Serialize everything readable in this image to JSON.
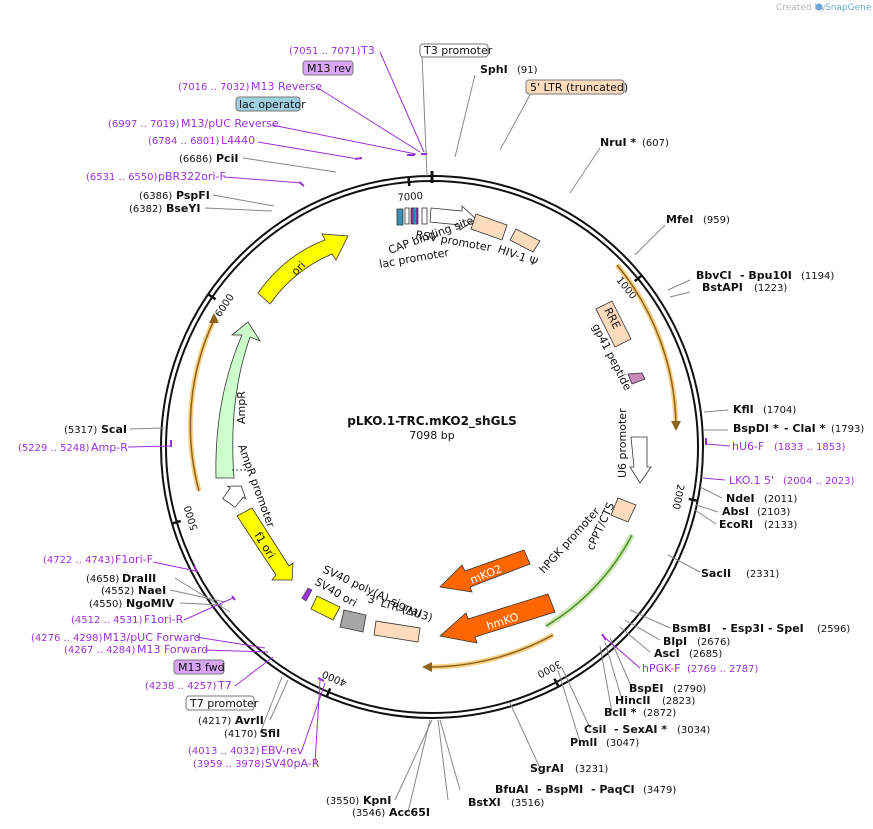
{
  "watermark": {
    "prefix": "Created by",
    "brand": "SnapGene"
  },
  "plasmid": {
    "name": "pLKO.1-TRC.mKO2_shGLS",
    "length_label": "7098 bp",
    "length": 7098
  },
  "ticks": [
    {
      "pos": 1000,
      "label": "1000"
    },
    {
      "pos": 2000,
      "label": "2000"
    },
    {
      "pos": 3000,
      "label": "3000"
    },
    {
      "pos": 4000,
      "label": "4000"
    },
    {
      "pos": 5000,
      "label": "5000"
    },
    {
      "pos": 6000,
      "label": "6000"
    },
    {
      "pos": 7000,
      "label": "7000"
    }
  ],
  "features": [
    {
      "name": "5' LTR (truncated)",
      "color": "#fcdcbd"
    },
    {
      "name": "HIV-1 Ψ",
      "color": "#fcdcbd"
    },
    {
      "name": "RRE",
      "color": "#fcdcbd"
    },
    {
      "name": "gp41 peptide",
      "color": "#c98bb8"
    },
    {
      "name": "U6 promoter",
      "color": "#ffffff"
    },
    {
      "name": "cPPT/CTS",
      "color": "#fcdcbd"
    },
    {
      "name": "hPGK promoter",
      "color": "#ffffff"
    },
    {
      "name": "mKO2",
      "color": "#ff6600"
    },
    {
      "name": "hmKO",
      "color": "#ff6600"
    },
    {
      "name": "3' LTR (ΔU3)",
      "color": "#fcdcbd"
    },
    {
      "name": "SV40 poly(A) signal",
      "color": "#a6a6a6"
    },
    {
      "name": "SV40 ori",
      "color": "#ffff00"
    },
    {
      "name": "f1 ori",
      "color": "#ffff00"
    },
    {
      "name": "AmpR promoter",
      "color": "#ffffff"
    },
    {
      "name": "AmpR",
      "color": "#ccffcc"
    },
    {
      "name": "ori",
      "color": "#ffff00"
    },
    {
      "name": "CAP binding site",
      "color": "#3c8fb3"
    },
    {
      "name": "lac promoter",
      "color": "#ffffff"
    },
    {
      "name": "RSV promoter",
      "color": "#ffffff"
    }
  ],
  "boxed_labels": [
    {
      "name": "T3 promoter",
      "color": "#ffffff"
    },
    {
      "name": "M13 rev",
      "color": "#d9a6f5"
    },
    {
      "name": "lac operator",
      "color": "#9ed0e0"
    },
    {
      "name": "5' LTR (truncated)",
      "color": "#fcdcbd"
    },
    {
      "name": "M13 fwd",
      "color": "#d9a6f5"
    },
    {
      "name": "T7 promoter",
      "color": "#ffffff"
    }
  ],
  "right_sites": [
    {
      "name": "SphI",
      "pos": "(91)"
    },
    {
      "name": "NruI *",
      "pos": "(607)"
    },
    {
      "name": "MfeI",
      "pos": "(959)"
    },
    {
      "name": "BbvCI",
      "name2": "- Bpu10I",
      "pos": "(1194)"
    },
    {
      "name": "BstAPI",
      "pos": "(1223)"
    },
    {
      "name": "KflI",
      "pos": "(1704)"
    },
    {
      "name": "BspDI *",
      "name2": "- ClaI *",
      "pos": "(1793)"
    },
    {
      "name": "NdeI",
      "pos": "(2011)"
    },
    {
      "name": "AbsI",
      "pos": "(2103)"
    },
    {
      "name": "EcoRI",
      "pos": "(2133)"
    },
    {
      "name": "SacII",
      "pos": "(2331)"
    },
    {
      "name": "BsmBI",
      "name2": "- Esp3I",
      "name3": "- SpeI",
      "pos": "(2596)"
    },
    {
      "name": "BlpI",
      "pos": "(2676)"
    },
    {
      "name": "AscI",
      "pos": "(2685)"
    },
    {
      "name": "BspEI",
      "pos": "(2790)"
    },
    {
      "name": "HincII",
      "pos": "(2823)"
    },
    {
      "name": "BclI *",
      "pos": "(2872)"
    },
    {
      "name": "CsiI",
      "name2": "- SexAI *",
      "pos": "(3034)"
    },
    {
      "name": "PmlI",
      "pos": "(3047)"
    },
    {
      "name": "SgrAI",
      "pos": "(3231)"
    },
    {
      "name": "BfuAI",
      "name2": "- BspMI",
      "name3": "- PaqCI",
      "pos": "(3479)"
    },
    {
      "name": "BstXI",
      "pos": "(3516)"
    }
  ],
  "left_sites": [
    {
      "name": "PciI",
      "pos": "(6686)"
    },
    {
      "name": "PspFI",
      "pos": "(6386)"
    },
    {
      "name": "BseYI",
      "pos": "(6382)"
    },
    {
      "name": "ScaI",
      "pos": "(5317)"
    },
    {
      "name": "DraIII",
      "pos": "(4658)"
    },
    {
      "name": "NaeI",
      "pos": "(4552)"
    },
    {
      "name": "NgoMIV",
      "pos": "(4550)"
    },
    {
      "name": "AvrII",
      "pos": "(4217)"
    },
    {
      "name": "SfiI",
      "pos": "(4170)"
    },
    {
      "name": "KpnI",
      "pos": "(3550)"
    },
    {
      "name": "Acc65I",
      "pos": "(3546)"
    }
  ],
  "primers": [
    {
      "name": "T3",
      "range": "(7051 .. 7071)"
    },
    {
      "name": "M13 Reverse",
      "range": "(7016 .. 7032)"
    },
    {
      "name": "M13/pUC Reverse",
      "range": "(6997 .. 7019)"
    },
    {
      "name": "L4440",
      "range": "(6784 .. 6801)"
    },
    {
      "name": "pBR322ori-F",
      "range": "(6531 .. 6550)"
    },
    {
      "name": "Amp-R",
      "range": "(5229 .. 5248)"
    },
    {
      "name": "F1ori-F",
      "range": "(4722 .. 4743)"
    },
    {
      "name": "F1ori-R",
      "range": "(4512 .. 4531)"
    },
    {
      "name": "M13/pUC Forward",
      "range": "(4276 .. 4298)"
    },
    {
      "name": "M13 Forward",
      "range": "(4267 .. 4284)"
    },
    {
      "name": "T7",
      "range": "(4238 .. 4257)"
    },
    {
      "name": "EBV-rev",
      "range": "(4013 .. 4032)"
    },
    {
      "name": "SV40pA-R",
      "range": "(3959 .. 3978)"
    },
    {
      "name": "hU6-F",
      "range": "(1833 .. 1853)"
    },
    {
      "name": "LKO.1 5'",
      "range": "(2004 .. 2023)"
    },
    {
      "name": "hPGK-F",
      "range": "(2769 .. 2787)"
    }
  ],
  "colors": {
    "backbone": "#111111",
    "primer": "#9b30d9",
    "orf_highlight": "#f2b134",
    "cds_green": "#66b032"
  }
}
